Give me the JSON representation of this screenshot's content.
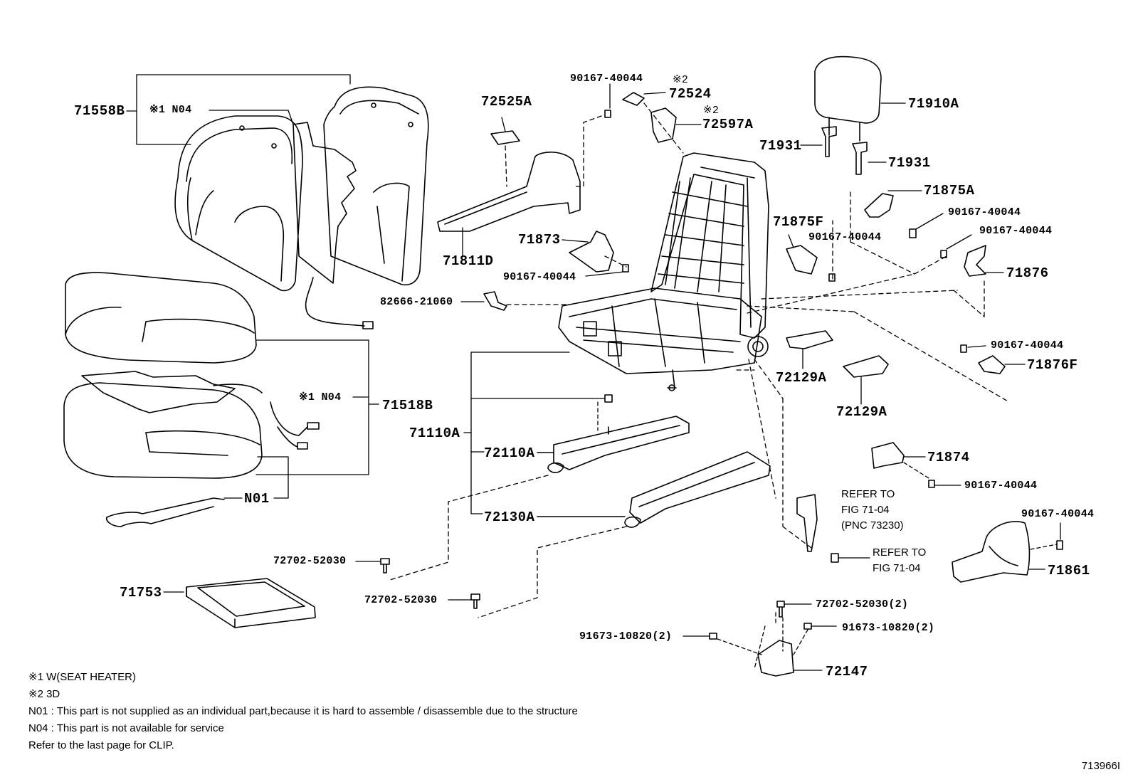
{
  "diagram": {
    "labels": {
      "p71558b": "71558B",
      "m1_back": "※1 N04",
      "p72525a": "72525A",
      "p90167_top": "90167-40044",
      "m2a": "※2",
      "p72524": "72524",
      "m2b": "※2",
      "p72597a": "72597A",
      "p71910a": "71910A",
      "p71931a": "71931",
      "p71931b": "71931",
      "p71875a": "71875A",
      "p90167_r1": "90167-40044",
      "p71875f": "71875F",
      "p90167_r2": "90167-40044",
      "p90167_r3": "90167-40044",
      "p71876": "71876",
      "p71811d": "71811D",
      "p71873": "71873",
      "p90167_mid": "90167-40044",
      "p82666": "82666-21060",
      "p90167_r4": "90167-40044",
      "p71876f": "71876F",
      "p72129a_1": "72129A",
      "p72129a_2": "72129A",
      "m1_cush": "※1 N04",
      "p71518b": "71518B",
      "p71110a": "71110A",
      "p72110a": "72110A",
      "p71874": "71874",
      "p90167_r5": "90167-40044",
      "n01": "N01",
      "p72130a": "72130A",
      "p90167_r6": "90167-40044",
      "p71861": "71861",
      "p72702_a": "72702-52030",
      "p72702_b": "72702-52030",
      "p72702_c": "72702-52030(2)",
      "p71753": "71753",
      "p91673_a": "91673-10820(2)",
      "p91673_b": "91673-10820(2)",
      "p72147": "72147"
    },
    "refer1": "REFER TO\nFIG 71-04\n(PNC 73230)",
    "refer2": "REFER TO\nFIG 71-04",
    "legend": {
      "l1": "※1  W(SEAT HEATER)",
      "l2": "※2  3D",
      "l3": "N01 : This part is not supplied as an individual part,because it is hard to assemble / disassemble due to the structure",
      "l4": "N04 : This part is not available for service",
      "l5": "Refer to the last page for CLIP."
    },
    "figure_number": "713966I"
  }
}
